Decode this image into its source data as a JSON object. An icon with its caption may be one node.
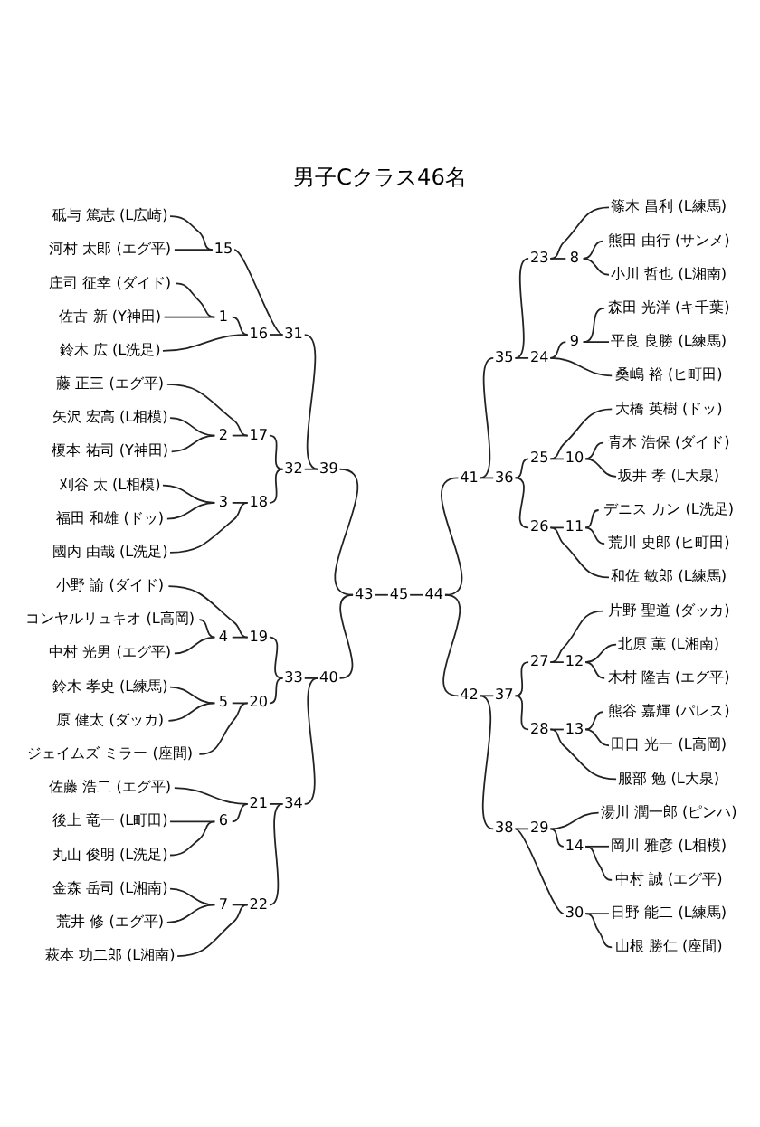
{
  "diagram": {
    "title": "男子Cクラス46名",
    "nodes": [
      {
        "text": [
          "砥与 篤志 (L広崎)"
        ]
      },
      {
        "text": [
          "河村 太郎 (エグ平)"
        ]
      },
      {
        "text": [
          "庄司 征幸 (ダイド)"
        ]
      },
      {
        "text": [
          "佐古 新 (Y神田)"
        ]
      },
      {
        "text": [
          "鈴木 広 (L洗足)"
        ]
      },
      {
        "text": [
          "藤 正三 (エグ平)"
        ]
      },
      {
        "text": [
          "矢沢 宏高 (L相模)"
        ]
      },
      {
        "text": [
          "榎本 祐司 (Y神田)"
        ]
      },
      {
        "text": [
          "刈谷 太 (L相模)"
        ]
      },
      {
        "text": [
          "福田 和雄 (ドッ)"
        ]
      },
      {
        "text": [
          "國内 由哉 (L洗足)"
        ]
      },
      {
        "text": [
          "小野 諭 (ダイド)"
        ]
      },
      {
        "text": [
          "コンヤルリュキオ (L高岡)"
        ]
      },
      {
        "text": [
          "中村 光男 (エグ平)"
        ]
      },
      {
        "text": [
          "鈴木 孝史 (L練馬)"
        ]
      },
      {
        "text": [
          "原 健太 (ダッカ)"
        ]
      },
      {
        "text": [
          "ジェイムズ ミラー (座間)"
        ]
      },
      {
        "text": [
          "佐藤 浩二 (エグ平)"
        ]
      },
      {
        "text": [
          "後上 竜一 (L町田)"
        ]
      },
      {
        "text": [
          "丸山 俊明 (L洗足)"
        ]
      },
      {
        "text": [
          "金森 岳司 (L湘南)"
        ]
      },
      {
        "text": [
          "荒井 修 (エグ平)"
        ]
      },
      {
        "text": [
          "萩本 功二郎 (L湘南)"
        ]
      },
      {
        "text": [
          "篠木 昌利 (L練馬)"
        ]
      },
      {
        "text": [
          "熊田 由行 (サンメ)"
        ]
      },
      {
        "text": [
          "小川 哲也 (L湘南)"
        ]
      },
      {
        "text": [
          "森田 光洋 (キ千葉)"
        ]
      },
      {
        "text": [
          "平良 良勝 (L練馬)"
        ]
      },
      {
        "text": [
          "桑嶋 裕 (ヒ町田)"
        ]
      },
      {
        "text": [
          "大橋 英樹 (ドッ)"
        ]
      },
      {
        "text": [
          "青木 浩保 (ダイド)"
        ]
      },
      {
        "text": [
          "坂井 孝 (L大泉)"
        ]
      },
      {
        "text": [
          "デニス カン (L洗足)"
        ]
      },
      {
        "text": [
          "荒川 史郎 (ヒ町田)"
        ]
      },
      {
        "text": [
          "和佐 敏郎 (L練馬)"
        ]
      },
      {
        "text": [
          "片野 聖道 (ダッカ)"
        ]
      },
      {
        "text": [
          "北原 薫 (L湘南)"
        ]
      },
      {
        "text": [
          "木村 隆吉 (エグ平)"
        ]
      },
      {
        "text": [
          "熊谷 嘉輝 (パレス)"
        ]
      },
      {
        "text": [
          "田口 光一 (L高岡)"
        ]
      },
      {
        "text": [
          "服部 勉 (L大泉)"
        ]
      },
      {
        "text": [
          "湯川 潤一郎 (ピンハ)"
        ]
      },
      {
        "text": [
          "岡川 雅彦 (L相模)"
        ]
      },
      {
        "text": [
          "中村 誠 (エグ平)"
        ]
      },
      {
        "text": [
          "日野 能二 (L練馬)"
        ]
      },
      {
        "text": [
          "山根 勝仁 (座間)"
        ]
      },
      {
        "text": [
          "1"
        ]
      },
      {
        "text": [
          "2"
        ]
      },
      {
        "text": [
          "3"
        ]
      },
      {
        "text": [
          "4"
        ]
      },
      {
        "text": [
          "5"
        ]
      },
      {
        "text": [
          "6"
        ]
      },
      {
        "text": [
          "7"
        ]
      },
      {
        "text": [
          "8"
        ]
      },
      {
        "text": [
          "9"
        ]
      },
      {
        "text": [
          "10"
        ]
      },
      {
        "text": [
          "11"
        ]
      },
      {
        "text": [
          "12"
        ]
      },
      {
        "text": [
          "13"
        ]
      },
      {
        "text": [
          "14"
        ]
      },
      {
        "text": [
          "15"
        ]
      },
      {
        "text": [
          "16"
        ]
      },
      {
        "text": [
          "17"
        ]
      },
      {
        "text": [
          "18"
        ]
      },
      {
        "text": [
          "19"
        ]
      },
      {
        "text": [
          "20"
        ]
      },
      {
        "text": [
          "21"
        ]
      },
      {
        "text": [
          "22"
        ]
      },
      {
        "text": [
          "23"
        ]
      },
      {
        "text": [
          "24"
        ]
      },
      {
        "text": [
          "25"
        ]
      },
      {
        "text": [
          "26"
        ]
      },
      {
        "text": [
          "27"
        ]
      },
      {
        "text": [
          "28"
        ]
      },
      {
        "text": [
          "29"
        ]
      },
      {
        "text": [
          "30"
        ]
      },
      {
        "text": [
          "31"
        ]
      },
      {
        "text": [
          "32"
        ]
      },
      {
        "text": [
          "33"
        ]
      },
      {
        "text": [
          "34"
        ]
      },
      {
        "text": [
          "35"
        ]
      },
      {
        "text": [
          "36"
        ]
      },
      {
        "text": [
          "37"
        ]
      },
      {
        "text": [
          "38"
        ]
      },
      {
        "text": [
          "39"
        ]
      },
      {
        "text": [
          "40"
        ]
      },
      {
        "text": [
          "41"
        ]
      },
      {
        "text": [
          "42"
        ]
      },
      {
        "text": [
          "43"
        ]
      },
      {
        "text": [
          "44"
        ]
      },
      {
        "text": [
          "45"
        ]
      }
    ],
    "edges": [
      {
        "from": 2,
        "to": 46,
        "arrow": "none"
      },
      {
        "from": 3,
        "to": 46,
        "arrow": "none"
      },
      {
        "from": 6,
        "to": 47,
        "arrow": "none"
      },
      {
        "from": 7,
        "to": 47,
        "arrow": "none"
      },
      {
        "from": 8,
        "to": 48,
        "arrow": "none"
      },
      {
        "from": 9,
        "to": 48,
        "arrow": "none"
      },
      {
        "from": 12,
        "to": 49,
        "arrow": "none"
      },
      {
        "from": 13,
        "to": 49,
        "arrow": "none"
      },
      {
        "from": 14,
        "to": 50,
        "arrow": "none"
      },
      {
        "from": 15,
        "to": 50,
        "arrow": "none"
      },
      {
        "from": 18,
        "to": 51,
        "arrow": "none"
      },
      {
        "from": 19,
        "to": 51,
        "arrow": "none"
      },
      {
        "from": 20,
        "to": 52,
        "arrow": "none"
      },
      {
        "from": 21,
        "to": 52,
        "arrow": "none"
      },
      {
        "from": 24,
        "to": 53,
        "arrow": "none"
      },
      {
        "from": 25,
        "to": 53,
        "arrow": "none"
      },
      {
        "from": 26,
        "to": 54,
        "arrow": "none"
      },
      {
        "from": 27,
        "to": 54,
        "arrow": "none"
      },
      {
        "from": 30,
        "to": 55,
        "arrow": "none"
      },
      {
        "from": 31,
        "to": 55,
        "arrow": "none"
      },
      {
        "from": 32,
        "to": 56,
        "arrow": "none"
      },
      {
        "from": 33,
        "to": 56,
        "arrow": "none"
      },
      {
        "from": 36,
        "to": 57,
        "arrow": "none"
      },
      {
        "from": 37,
        "to": 57,
        "arrow": "none"
      },
      {
        "from": 38,
        "to": 58,
        "arrow": "none"
      },
      {
        "from": 39,
        "to": 58,
        "arrow": "none"
      },
      {
        "from": 42,
        "to": 59,
        "arrow": "none"
      },
      {
        "from": 43,
        "to": 59,
        "arrow": "none"
      },
      {
        "from": 0,
        "to": 60,
        "arrow": "none"
      },
      {
        "from": 1,
        "to": 60,
        "arrow": "none"
      },
      {
        "from": 46,
        "to": 61,
        "arrow": "none"
      },
      {
        "from": 4,
        "to": 61,
        "arrow": "none"
      },
      {
        "from": 5,
        "to": 62,
        "arrow": "none"
      },
      {
        "from": 47,
        "to": 62,
        "arrow": "none"
      },
      {
        "from": 48,
        "to": 63,
        "arrow": "none"
      },
      {
        "from": 10,
        "to": 63,
        "arrow": "none"
      },
      {
        "from": 11,
        "to": 64,
        "arrow": "none"
      },
      {
        "from": 49,
        "to": 64,
        "arrow": "none"
      },
      {
        "from": 50,
        "to": 65,
        "arrow": "none"
      },
      {
        "from": 16,
        "to": 65,
        "arrow": "none"
      },
      {
        "from": 17,
        "to": 66,
        "arrow": "none"
      },
      {
        "from": 51,
        "to": 66,
        "arrow": "none"
      },
      {
        "from": 52,
        "to": 67,
        "arrow": "none"
      },
      {
        "from": 22,
        "to": 67,
        "arrow": "none"
      },
      {
        "from": 23,
        "to": 68,
        "arrow": "none"
      },
      {
        "from": 53,
        "to": 68,
        "arrow": "none"
      },
      {
        "from": 54,
        "to": 69,
        "arrow": "none"
      },
      {
        "from": 28,
        "to": 69,
        "arrow": "none"
      },
      {
        "from": 29,
        "to": 70,
        "arrow": "none"
      },
      {
        "from": 55,
        "to": 70,
        "arrow": "none"
      },
      {
        "from": 56,
        "to": 71,
        "arrow": "none"
      },
      {
        "from": 34,
        "to": 71,
        "arrow": "none"
      },
      {
        "from": 35,
        "to": 72,
        "arrow": "none"
      },
      {
        "from": 57,
        "to": 72,
        "arrow": "none"
      },
      {
        "from": 58,
        "to": 73,
        "arrow": "none"
      },
      {
        "from": 40,
        "to": 73,
        "arrow": "none"
      },
      {
        "from": 41,
        "to": 74,
        "arrow": "none"
      },
      {
        "from": 59,
        "to": 74,
        "arrow": "none"
      },
      {
        "from": 44,
        "to": 75,
        "arrow": "none"
      },
      {
        "from": 45,
        "to": 75,
        "arrow": "none"
      },
      {
        "from": 60,
        "to": 76,
        "arrow": "none"
      },
      {
        "from": 61,
        "to": 76,
        "arrow": "none"
      },
      {
        "from": 62,
        "to": 77,
        "arrow": "none"
      },
      {
        "from": 63,
        "to": 77,
        "arrow": "none"
      },
      {
        "from": 64,
        "to": 78,
        "arrow": "none"
      },
      {
        "from": 65,
        "to": 78,
        "arrow": "none"
      },
      {
        "from": 66,
        "to": 79,
        "arrow": "none"
      },
      {
        "from": 67,
        "to": 79,
        "arrow": "none"
      },
      {
        "from": 68,
        "to": 80,
        "arrow": "none"
      },
      {
        "from": 69,
        "to": 80,
        "arrow": "none"
      },
      {
        "from": 70,
        "to": 81,
        "arrow": "none"
      },
      {
        "from": 71,
        "to": 81,
        "arrow": "none"
      },
      {
        "from": 72,
        "to": 82,
        "arrow": "none"
      },
      {
        "from": 73,
        "to": 82,
        "arrow": "none"
      },
      {
        "from": 74,
        "to": 83,
        "arrow": "none"
      },
      {
        "from": 75,
        "to": 83,
        "arrow": "none"
      },
      {
        "from": 76,
        "to": 84,
        "arrow": "none"
      },
      {
        "from": 77,
        "to": 84,
        "arrow": "none"
      },
      {
        "from": 78,
        "to": 85,
        "arrow": "none"
      },
      {
        "from": 79,
        "to": 85,
        "arrow": "none"
      },
      {
        "from": 80,
        "to": 86,
        "arrow": "none"
      },
      {
        "from": 81,
        "to": 86,
        "arrow": "none"
      },
      {
        "from": 82,
        "to": 87,
        "arrow": "none"
      },
      {
        "from": 83,
        "to": 87,
        "arrow": "none"
      },
      {
        "from": 84,
        "to": 88,
        "arrow": "none"
      },
      {
        "from": 85,
        "to": 88,
        "arrow": "none"
      },
      {
        "from": 86,
        "to": 89,
        "arrow": "none"
      },
      {
        "from": 87,
        "to": 89,
        "arrow": "none"
      },
      {
        "from": 88,
        "to": 90,
        "arrow": "none"
      },
      {
        "from": 89,
        "to": 90,
        "arrow": "none"
      }
    ]
  }
}
